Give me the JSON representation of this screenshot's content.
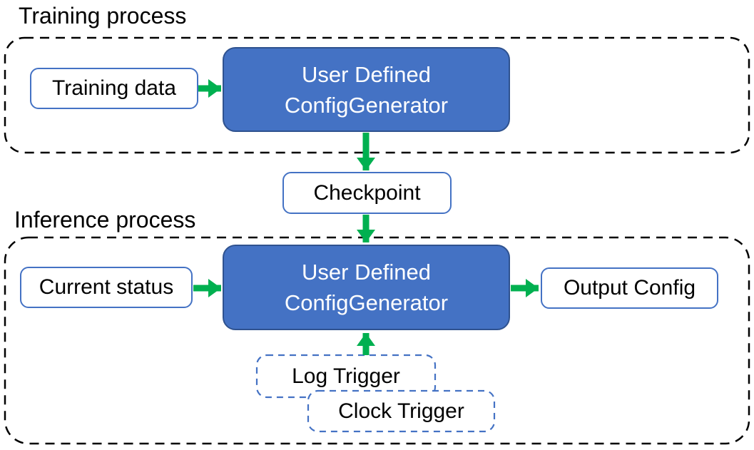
{
  "sections": {
    "training": {
      "label": "Training process",
      "nodes": {
        "training_data": "Training data",
        "generator_line1": "User Defined",
        "generator_line2": "ConfigGenerator"
      }
    },
    "checkpoint": {
      "label": "Checkpoint"
    },
    "inference": {
      "label": "Inference process",
      "nodes": {
        "current_status": "Current status",
        "generator_line1": "User Defined",
        "generator_line2": "ConfigGenerator",
        "output_config": "Output Config",
        "log_trigger": "Log Trigger",
        "clock_trigger": "Clock Trigger"
      }
    }
  },
  "colors": {
    "generator_fill": "#4472C4",
    "generator_border": "#2F528F",
    "node_border": "#4472C4",
    "trigger_border": "#4472C4",
    "arrow_green": "#00B050",
    "container_dash": "#000000",
    "text_dark": "#000000",
    "text_light": "#FFFFFF"
  }
}
